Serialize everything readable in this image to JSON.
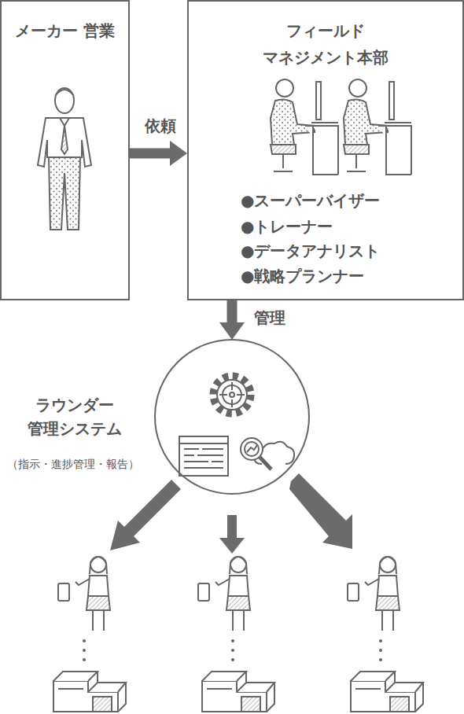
{
  "diagram": {
    "nodes": [
      {
        "text": [
          "メーカー 営業"
        ]
      },
      {
        "text": [
          "フィールド マネジメント本部",
          "●スーパーバイザー",
          "●トレーナー",
          "●データアナリスト",
          "●戦略プランナー"
        ]
      },
      {
        "text": [
          "ラウンダー 管理システム",
          "（指示・進捗管理・報告）"
        ]
      }
    ],
    "edges": [
      {
        "from": 0,
        "to": 1,
        "arrow": "to",
        "label": "依頼"
      },
      {
        "from": 1,
        "to": 2,
        "arrow": "to",
        "label": "管理"
      }
    ]
  }
}
